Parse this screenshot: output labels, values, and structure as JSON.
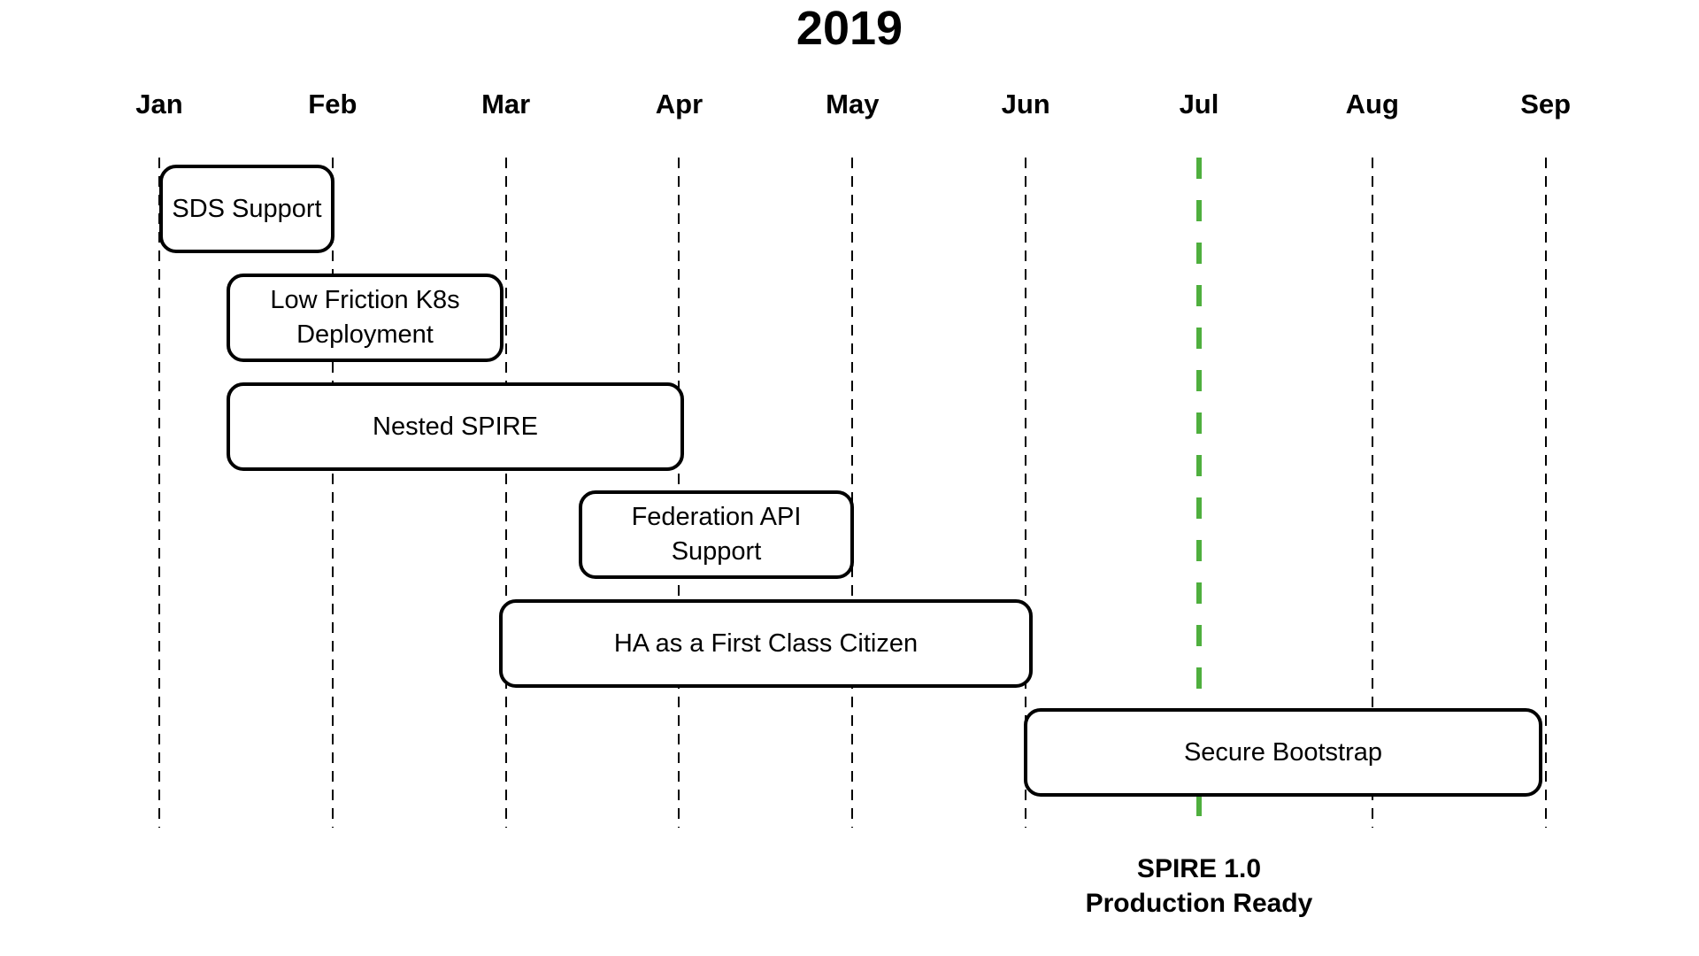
{
  "chart_data": {
    "type": "gantt",
    "title": "2019",
    "x_axis": {
      "unit": "month",
      "tick_labels": [
        "Jan",
        "Feb",
        "Mar",
        "Apr",
        "May",
        "Jun",
        "Jul",
        "Aug",
        "Sep"
      ],
      "range": [
        0,
        8
      ],
      "gridlines": "dashed-vertical",
      "note": "month index 0 = Jan line, 8 = Sep line"
    },
    "tasks": [
      {
        "label": "SDS Support",
        "start": 0.0,
        "end": 1.01,
        "row": 0
      },
      {
        "label": "Low Friction K8s\nDeployment",
        "start": 0.39,
        "end": 1.99,
        "row": 1
      },
      {
        "label": "Nested SPIRE",
        "start": 0.39,
        "end": 3.03,
        "row": 2
      },
      {
        "label": "Federation API\nSupport",
        "start": 2.42,
        "end": 4.01,
        "row": 3
      },
      {
        "label": "HA as a First Class Citizen",
        "start": 1.96,
        "end": 5.04,
        "row": 4
      },
      {
        "label": "Secure Bootstrap",
        "start": 4.99,
        "end": 7.98,
        "row": 5
      }
    ],
    "milestone": {
      "line1": "SPIRE 1.0",
      "line2": "Production Ready",
      "month": 6.0,
      "at_tick": "Jul"
    },
    "colors": {
      "background": "#ffffff",
      "text": "#000000",
      "grid_line": "#000000",
      "task_border": "#000000",
      "task_fill": "#ffffff",
      "milestone_line": "#4faf3e"
    },
    "legend": "none"
  }
}
